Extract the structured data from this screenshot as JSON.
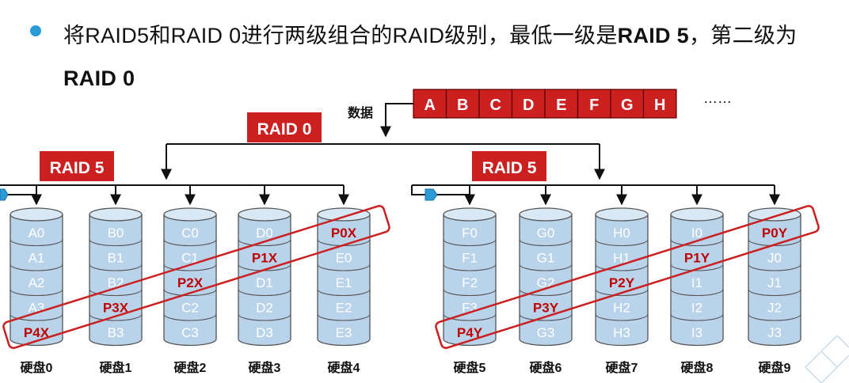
{
  "title": {
    "part1": "将RAID5和RAID 0进行两级组合的RAID级别，最低一级是",
    "bold1": "RAID 5",
    "part2": "，第二级为",
    "bold2": "RAID 0"
  },
  "data_label": "数据",
  "data_blocks": [
    "A",
    "B",
    "C",
    "D",
    "E",
    "F",
    "G",
    "H"
  ],
  "ellipsis": "……",
  "raid0_label": "RAID 0",
  "raid5_label": "RAID 5",
  "disks": [
    {
      "name": "硬盘0",
      "cells": [
        "A0",
        "A1",
        "A2",
        "A3",
        "P4X"
      ]
    },
    {
      "name": "硬盘1",
      "cells": [
        "B0",
        "B1",
        "B2",
        "P3X",
        "B3"
      ]
    },
    {
      "name": "硬盘2",
      "cells": [
        "C0",
        "C1",
        "P2X",
        "C2",
        "C3"
      ]
    },
    {
      "name": "硬盘3",
      "cells": [
        "D0",
        "P1X",
        "D1",
        "D2",
        "D3"
      ]
    },
    {
      "name": "硬盘4",
      "cells": [
        "P0X",
        "E0",
        "E1",
        "E2",
        "E3"
      ]
    },
    {
      "name": "硬盘5",
      "cells": [
        "F0",
        "F1",
        "F2",
        "F3",
        "P4Y"
      ]
    },
    {
      "name": "硬盘6",
      "cells": [
        "G0",
        "G1",
        "G2",
        "P3Y",
        "G3"
      ]
    },
    {
      "name": "硬盘7",
      "cells": [
        "H0",
        "H1",
        "P2Y",
        "H2",
        "H3"
      ]
    },
    {
      "name": "硬盘8",
      "cells": [
        "I0",
        "P1Y",
        "I1",
        "I2",
        "I3"
      ]
    },
    {
      "name": "硬盘9",
      "cells": [
        "P0Y",
        "J0",
        "J1",
        "J2",
        "J3"
      ]
    }
  ],
  "colors": {
    "red": "#cc1f1f",
    "disk_fill": "#b9d3ea",
    "disk_top": "#d9e8f5",
    "disk_stroke": "#555555",
    "cell_text": "#ffffff",
    "parity_text": "#c00000",
    "bullet": "#2b9bd6"
  }
}
